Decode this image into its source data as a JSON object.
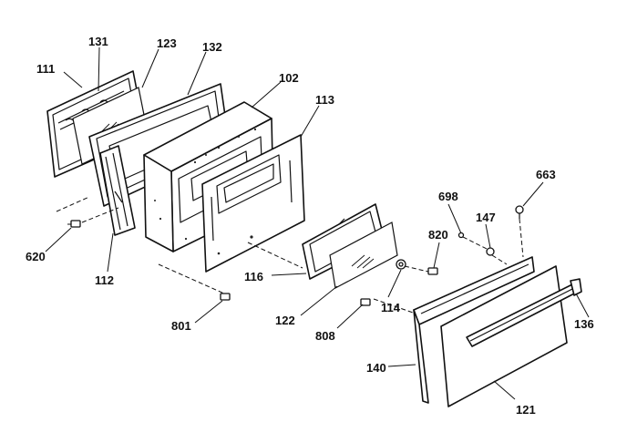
{
  "parts": {
    "p111": "111",
    "p131": "131",
    "p123": "123",
    "p132": "132",
    "p102": "102",
    "p113": "113",
    "p620": "620",
    "p112": "112",
    "p116": "116",
    "p801": "801",
    "p122": "122",
    "p808": "808",
    "p114": "114",
    "p820": "820",
    "p698": "698",
    "p147": "147",
    "p663": "663",
    "p136": "136",
    "p140": "140",
    "p121": "121"
  },
  "colors": {
    "ink": "#111111",
    "paper": "#ffffff"
  }
}
